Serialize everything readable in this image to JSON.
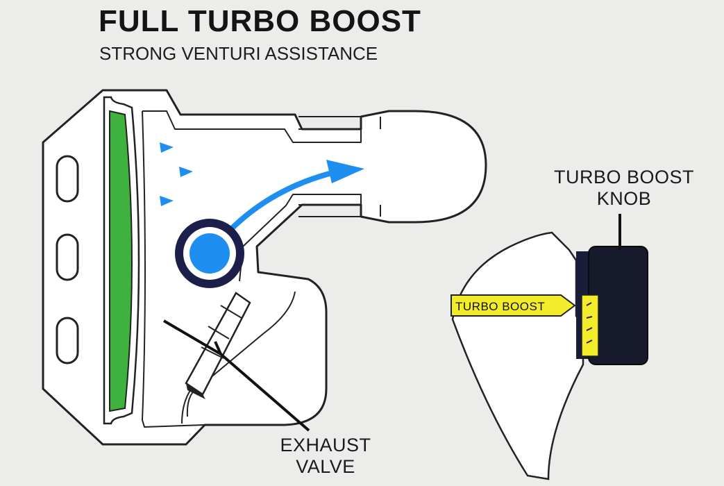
{
  "title": "FULL TURBO BOOST",
  "subtitle": "STRONG VENTURI ASSISTANCE",
  "labels": {
    "knob_line1": "TURBO BOOST",
    "knob_line2": "KNOB",
    "valve_line1": "EXHAUST",
    "valve_line2": "VALVE",
    "scale_label": "TURBO BOOST"
  },
  "colors": {
    "background": "#ececea",
    "gasket": "#3fb13f",
    "airflow": "#1e8ff0",
    "venturi_ring": "#1c1f4a",
    "knob": "#161a2a",
    "indicator": "#f2ec2a"
  }
}
